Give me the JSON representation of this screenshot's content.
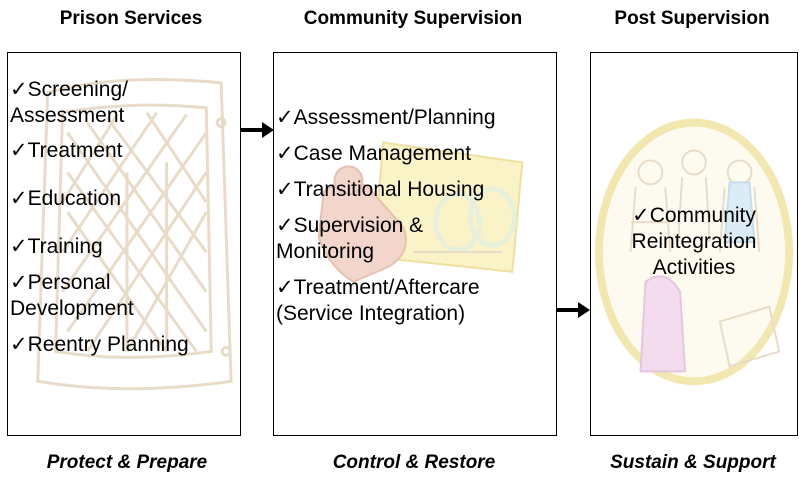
{
  "columns": [
    {
      "heading": "Prison Services",
      "footer": "Protect & Prepare",
      "art_icon": "prison-window-clipart",
      "items": [
        "✓Screening/\nAssessment",
        "✓Treatment",
        "✓Education",
        "✓Training",
        "✓Personal\nDevelopment",
        "✓Reentry Planning"
      ]
    },
    {
      "heading": "Community Supervision",
      "footer": "Control & Restore",
      "art_icon": "handcuffs-clipart",
      "items": [
        "✓Assessment/Planning",
        "✓Case Management",
        "✓Transitional Housing",
        "✓Supervision &\nMonitoring",
        "✓Treatment/Aftercare\n(Service Integration)"
      ]
    },
    {
      "heading": "Post Supervision",
      "footer": "Sustain & Support",
      "art_icon": "community-group-clipart",
      "items": [
        "✓Community\nReintegration\nActivities"
      ]
    }
  ],
  "colors": {
    "border": "#000000",
    "clipart_outline": "#e8dcc8",
    "clipart_accent_red": "#f2d6cc",
    "clipart_accent_yellow": "#fbf3c8",
    "clipart_accent_green": "#e6f0da"
  }
}
